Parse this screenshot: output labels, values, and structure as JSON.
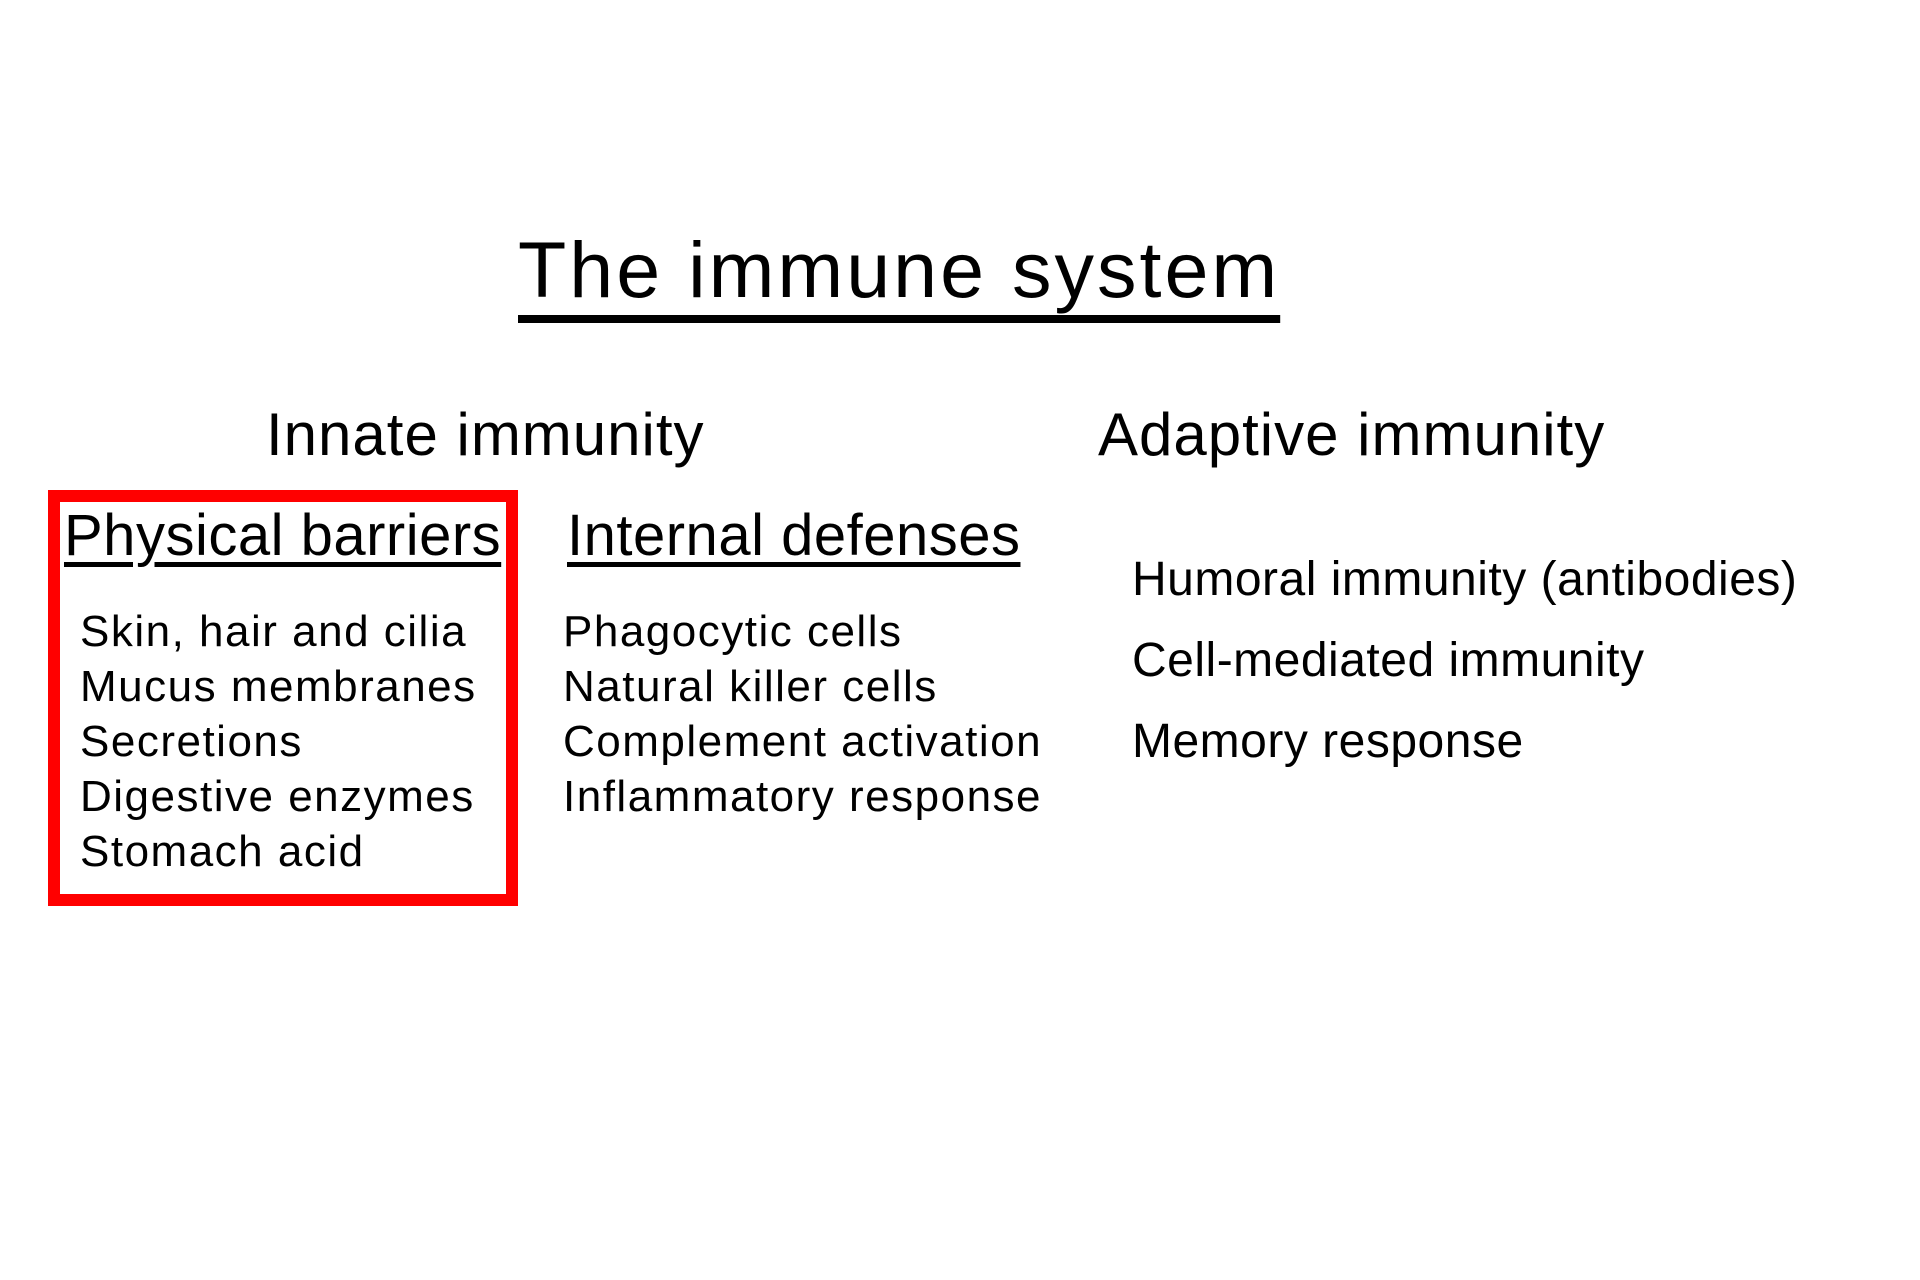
{
  "slide": {
    "title": "The immune system",
    "innate": {
      "heading": "Innate immunity",
      "groups": [
        {
          "heading": "Physical barriers",
          "items": [
            "Skin, hair and cilia",
            "Mucus membranes",
            "Secretions",
            "Digestive enzymes",
            "Stomach acid"
          ]
        },
        {
          "heading": "Internal defenses",
          "items": [
            "Phagocytic cells",
            "Natural killer cells",
            "Complement activation",
            "Inflammatory response"
          ]
        }
      ]
    },
    "adaptive": {
      "heading": "Adaptive immunity",
      "items": [
        "Humoral immunity (antibodies)",
        "Cell-mediated immunity",
        "Memory response"
      ]
    },
    "highlight": {
      "color": "#ff0000"
    }
  }
}
